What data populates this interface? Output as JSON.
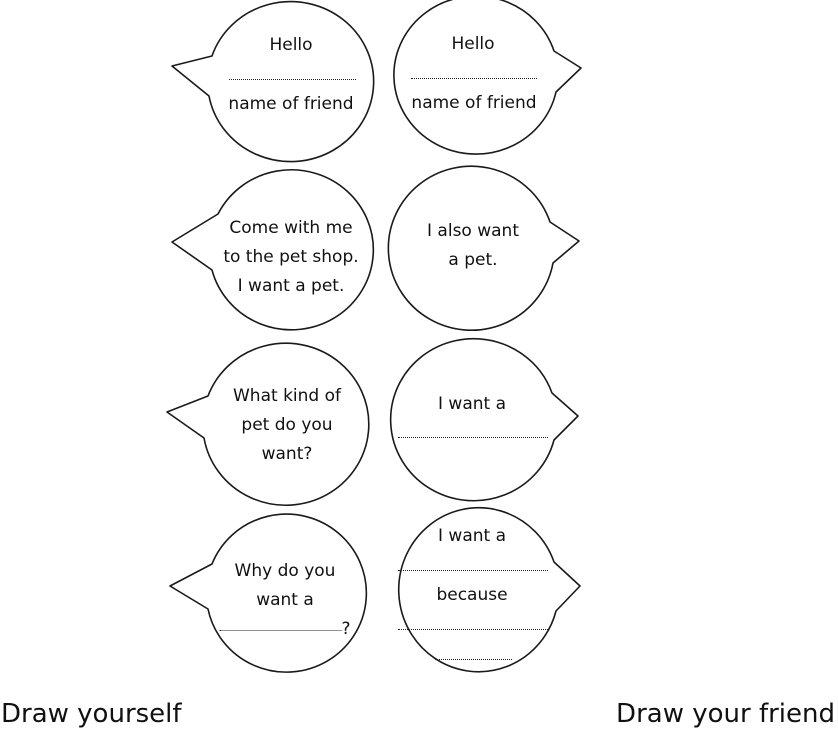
{
  "worksheet": {
    "bubbles": {
      "b1": {
        "line1": "Hello",
        "line2": "name of friend"
      },
      "b2": {
        "line1": "Hello",
        "line2": "name of friend"
      },
      "b3": {
        "line1": "Come with me",
        "line2": "to the pet shop.",
        "line3": "I want a pet."
      },
      "b4": {
        "line1": "I also want",
        "line2": "a pet."
      },
      "b5": {
        "line1": "What kind of",
        "line2": "pet do you",
        "line3": "want?"
      },
      "b6": {
        "line1": "I want a"
      },
      "b7": {
        "line1": "Why do you",
        "line2": "want a",
        "line3_suffix": "?"
      },
      "b8": {
        "line1": "I want a",
        "line2": "because"
      }
    },
    "footer": {
      "left_label": "Draw yourself",
      "right_label": "Draw your friend"
    }
  }
}
